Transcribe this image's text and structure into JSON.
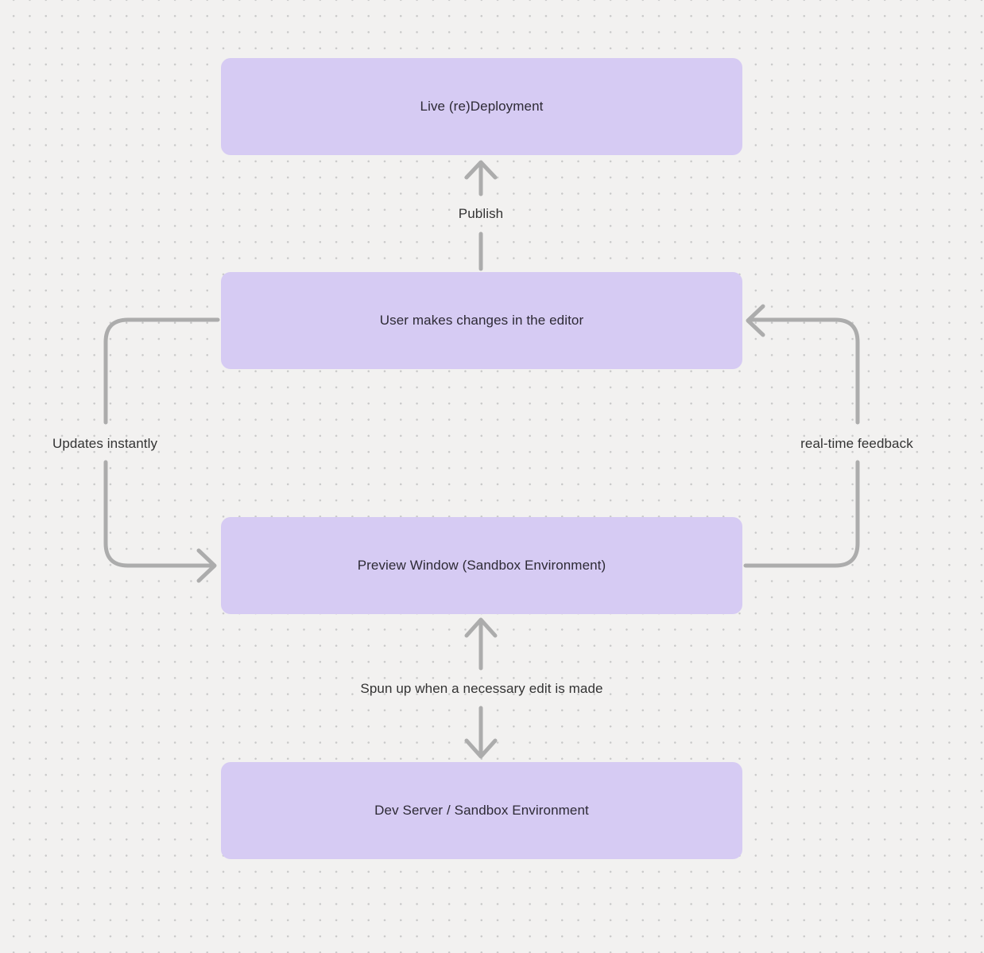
{
  "canvas": {
    "background_color": "#f2f1f0",
    "dot_grid_color": "#c9c9c9"
  },
  "colors": {
    "node_fill": "#d6cbf3",
    "node_text": "#2d2a35",
    "connector": "#acacac",
    "edge_label_text": "#333333"
  },
  "nodes": [
    {
      "id": "live-redeployment",
      "label": "Live (re)Deployment"
    },
    {
      "id": "user-editor",
      "label": "User makes changes in the editor"
    },
    {
      "id": "preview-window",
      "label": "Preview Window (Sandbox Environment)"
    },
    {
      "id": "dev-server",
      "label": "Dev Server / Sandbox Environment"
    }
  ],
  "edges": [
    {
      "label": "Publish",
      "from": "user-editor",
      "to": "live-redeployment",
      "direction": "up"
    },
    {
      "label": "Updates instantly",
      "from": "user-editor",
      "to": "preview-window",
      "direction": "left-side-curve"
    },
    {
      "label": "real-time feedback",
      "from": "preview-window",
      "to": "user-editor",
      "direction": "right-side-curve"
    },
    {
      "label": "Spun up when a necessary edit is made",
      "from": "dev-server",
      "to": "preview-window",
      "direction": "bidirectional"
    }
  ]
}
